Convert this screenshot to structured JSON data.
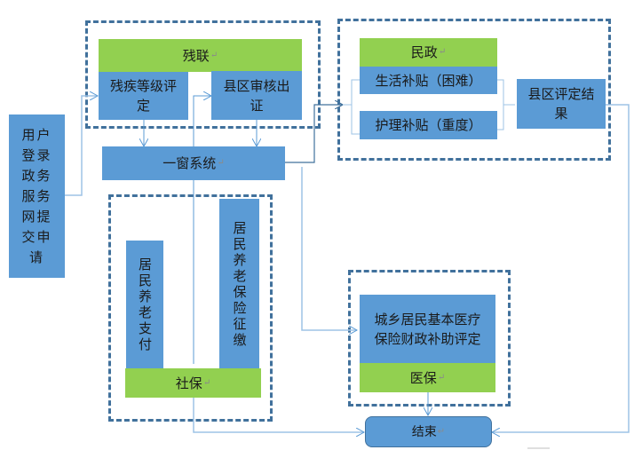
{
  "applicant": {
    "label": "用户登录政务服务网提交申请"
  },
  "disability_federation": {
    "title": "残联",
    "grade_assessment": "残疾等级评定",
    "county_review": "县区审核出证"
  },
  "one_window": {
    "label": "一窗系统"
  },
  "civil_affairs": {
    "title": "民政",
    "living_subsidy": "生活补贴（困难）",
    "care_subsidy": "护理补贴（重度）",
    "county_result": "县区评定结果"
  },
  "social_security": {
    "title": "社保",
    "pension_payment": "居民养老支付",
    "pension_contribution": "居民养老保险征缴"
  },
  "medical_insurance": {
    "title": "医保",
    "subsidy_assessment": "城乡居民基本医疗保险财政补助评定"
  },
  "end": {
    "label": "结束"
  },
  "paragraph_mark": "↵"
}
